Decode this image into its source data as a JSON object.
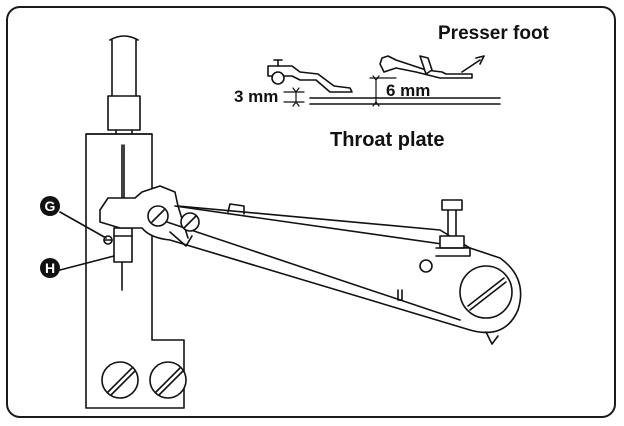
{
  "labels": {
    "presser_foot": "Presser foot",
    "throat_plate": "Throat plate",
    "gap_small": "3 mm",
    "gap_large": "6 mm"
  },
  "markers": {
    "g": "G",
    "h": "H"
  },
  "colors": {
    "line": "#111111",
    "background": "#ffffff"
  }
}
